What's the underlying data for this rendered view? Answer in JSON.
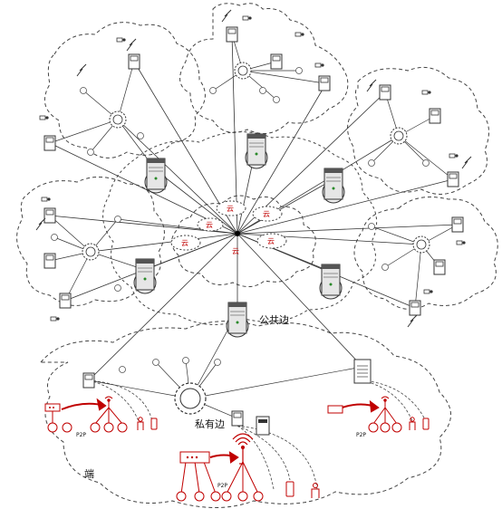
{
  "labels": {
    "public_edge": "公共边",
    "private_edge": "私有边",
    "terminal": "端",
    "p2p": "P2P",
    "cloud": "云"
  },
  "colors": {
    "line": "#333333",
    "dashed": "#444444",
    "accent": "#c00000",
    "server_fill": "#d9d9d9",
    "hub_fill": "#ffffff"
  },
  "icons": [
    "cloud-icon",
    "server-icon",
    "hub-icon",
    "antenna-tower-icon",
    "phone-icon",
    "person-icon",
    "router-icon",
    "camera-icon",
    "document-icon",
    "lightning-icon",
    "access-point-icon"
  ]
}
